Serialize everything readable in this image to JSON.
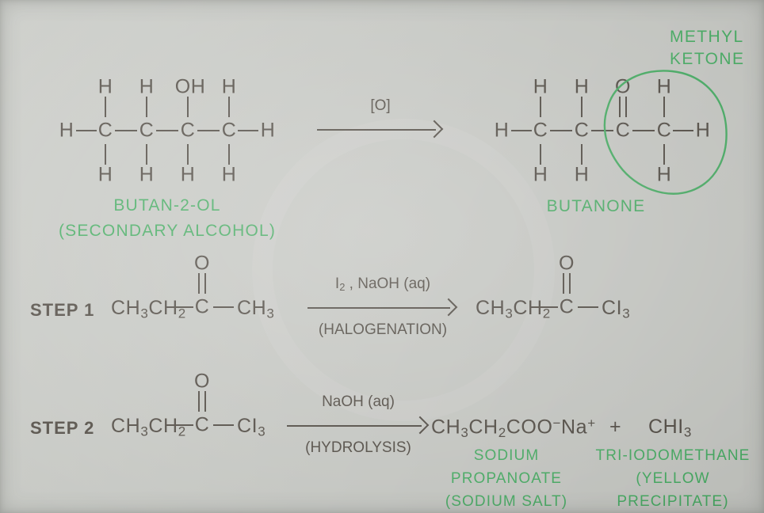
{
  "colors": {
    "background": "#c6c8c3",
    "ink": "#4a443c",
    "highlight_green": "#3faa5d"
  },
  "reaction_top": {
    "reactant": {
      "name": "BUTAN-2-OL",
      "subtitle": "(SECONDARY ALCOHOL)",
      "backbone": [
        "C",
        "C",
        "C",
        "C"
      ],
      "top_substituents": [
        "H",
        "H",
        "OH",
        "H"
      ],
      "bottom_substituents": [
        "H",
        "H",
        "H",
        "H"
      ],
      "left_terminal": "H",
      "right_terminal": "H"
    },
    "arrow": {
      "condition_above": "[O]",
      "condition_below": ""
    },
    "product": {
      "name": "BUTANONE",
      "backbone": [
        "C",
        "C",
        "C",
        "C"
      ],
      "top_substituents": [
        "H",
        "H",
        "O",
        "H"
      ],
      "bottom_substituents": [
        "H",
        "H",
        "",
        "H"
      ],
      "left_terminal": "H",
      "right_terminal": "H",
      "carbonyl_index": 3,
      "highlight_label_line1": "METHYL",
      "highlight_label_line2": "KETONE"
    }
  },
  "steps": [
    {
      "label": "STEP 1",
      "reactant_html": "CH<sub>3</sub>CH<sub>2</sub>",
      "reactant_tail_html": "CH<sub>3</sub>",
      "reactant_carbonyl": "C",
      "reactant_carbonyl_o": "O",
      "condition_above_html": "I<sub>2</sub> , NaOH (aq)",
      "condition_below": "(HALOGENATION)",
      "product_html": "CH<sub>3</sub>CH<sub>2</sub>",
      "product_tail_html": "CI<sub>3</sub>",
      "product_carbonyl": "C",
      "product_carbonyl_o": "O"
    },
    {
      "label": "STEP 2",
      "reactant_html": "CH<sub>3</sub>CH<sub>2</sub>",
      "reactant_tail_html": "CI<sub>3</sub>",
      "reactant_carbonyl": "C",
      "reactant_carbonyl_o": "O",
      "condition_above_html": "NaOH (aq)",
      "condition_below": "(HYDROLYSIS)",
      "products": [
        {
          "formula_html": "CH<sub>3</sub>CH<sub>2</sub>COO<sup>&minus;</sup>Na<sup>+</sup>",
          "name_line1": "SODIUM",
          "name_line2": "PROPANOATE",
          "name_line3": "(SODIUM  SALT)"
        },
        {
          "formula_html": "CHI<sub>3</sub>",
          "name_line1": "TRI-IODOMETHANE",
          "name_line2": "(YELLOW",
          "name_line3": "PRECIPITATE)"
        }
      ],
      "plus": "+"
    }
  ]
}
